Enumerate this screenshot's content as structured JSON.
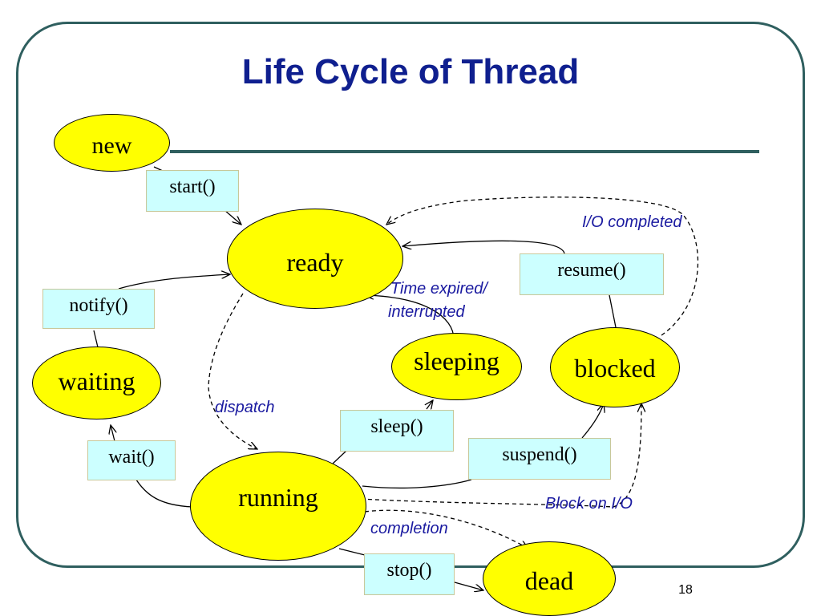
{
  "title": "Life Cycle of Thread",
  "page_number": "18",
  "states": {
    "new": "new",
    "ready": "ready",
    "waiting": "waiting",
    "sleeping": "sleeping",
    "blocked": "blocked",
    "running": "running",
    "dead": "dead"
  },
  "methods": {
    "start": "start()",
    "notify": "notify()",
    "resume": "resume()",
    "wait": "wait()",
    "sleep": "sleep()",
    "suspend": "suspend()",
    "stop": "stop()"
  },
  "notes": {
    "io_completed": "I/O completed",
    "time_expired_1": "Time expired/",
    "time_expired_2": "interrupted",
    "dispatch": "dispatch",
    "block_on_io": "Block on I/O",
    "completion": "completion"
  },
  "colors": {
    "state_fill": "#ffff00",
    "method_fill": "#ccffff",
    "title": "#0f1f8f",
    "note_text": "#1a1aa0",
    "frame": "#2f5f5f"
  }
}
